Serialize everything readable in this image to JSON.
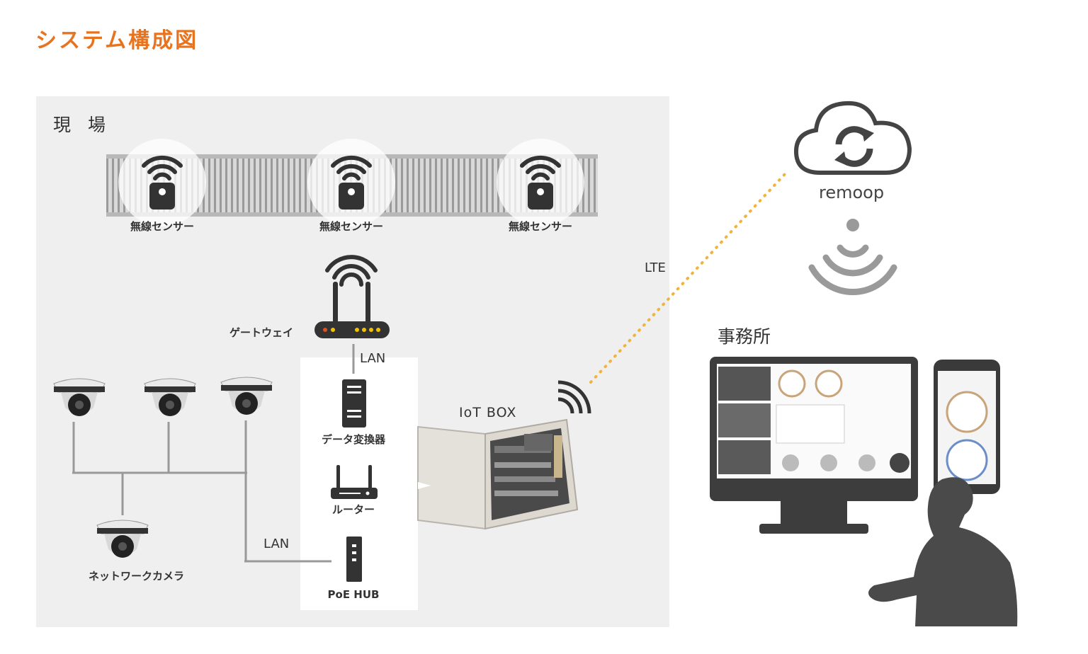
{
  "title": "システム構成図",
  "site": {
    "label": "現 場",
    "sensor_label": "無線センサー",
    "gateway_label": "ゲートウェイ",
    "lan_label": "LAN",
    "data_converter_label": "データ変換器",
    "router_label": "ルーター",
    "poe_hub_label": "PoE HUB",
    "network_camera_label": "ネットワークカメラ",
    "iot_box_label": "IoT BOX"
  },
  "link_label": "LTE",
  "cloud_label": "remoop",
  "office_label": "事務所",
  "colors": {
    "accent": "#e8731f",
    "dotted_link": "#f0b43c",
    "panel": "#efefef",
    "icon": "#3a3a3a",
    "led": "#f2c200",
    "led_red": "#e05020"
  }
}
